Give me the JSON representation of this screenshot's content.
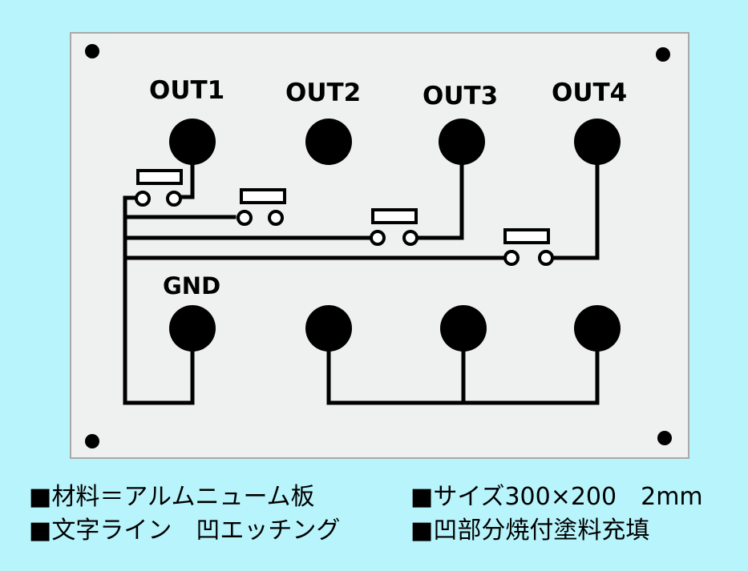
{
  "panel": {
    "jack_labels": {
      "out1": "OUT1",
      "out2": "OUT2",
      "out3": "OUT3",
      "out4": "OUT4",
      "gnd": "GND"
    }
  },
  "specs": {
    "material": "■材料＝アルムニューム板",
    "size": "■サイズ300×200　2mm",
    "lettering": "■文字ライン　凹エッチング",
    "finish": "■凹部分焼付塗料充填"
  },
  "colors": {
    "background": "#b8f4fb",
    "panel": "#eff0f0",
    "panel_border": "#a9a9a9",
    "ink": "#000000"
  }
}
